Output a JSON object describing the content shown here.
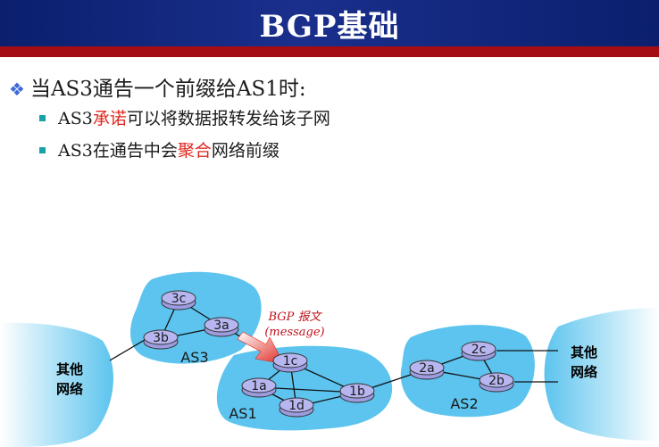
{
  "title": "BGP基础",
  "main_bullet": {
    "text": "当AS3通告一个前缀给AS1时:"
  },
  "sub_bullets": [
    {
      "before": "AS3",
      "highlight": "承诺",
      "after": "可以将数据报转发给该子网"
    },
    {
      "before": "AS3在通告中会",
      "highlight": "聚合",
      "after": "网络前缀"
    }
  ],
  "diagram": {
    "as_labels": {
      "as3": "AS3",
      "as1": "AS1",
      "as2": "AS2"
    },
    "routers": {
      "r3c": "3c",
      "r3a": "3a",
      "r3b": "3b",
      "r1c": "1c",
      "r1a": "1a",
      "r1d": "1d",
      "r1b": "1b",
      "r2a": "2a",
      "r2c": "2c",
      "r2b": "2b"
    },
    "message": {
      "line1": "BGP 报文",
      "line2": "(message)"
    },
    "other_network_left": [
      "其他",
      "网络"
    ],
    "other_network_right": [
      "其他",
      "网络"
    ]
  },
  "colors": {
    "title_bar": "#0b1f6e",
    "title_underline": "#a50d14",
    "bullet_diamond": "#3f6ad8",
    "sub_bullet_square": "#16a2a6",
    "highlight": "#e0271f",
    "as_cloud": "#5cc4ee",
    "router": "#b7b6f0",
    "message_arrow": "#e0271f"
  }
}
